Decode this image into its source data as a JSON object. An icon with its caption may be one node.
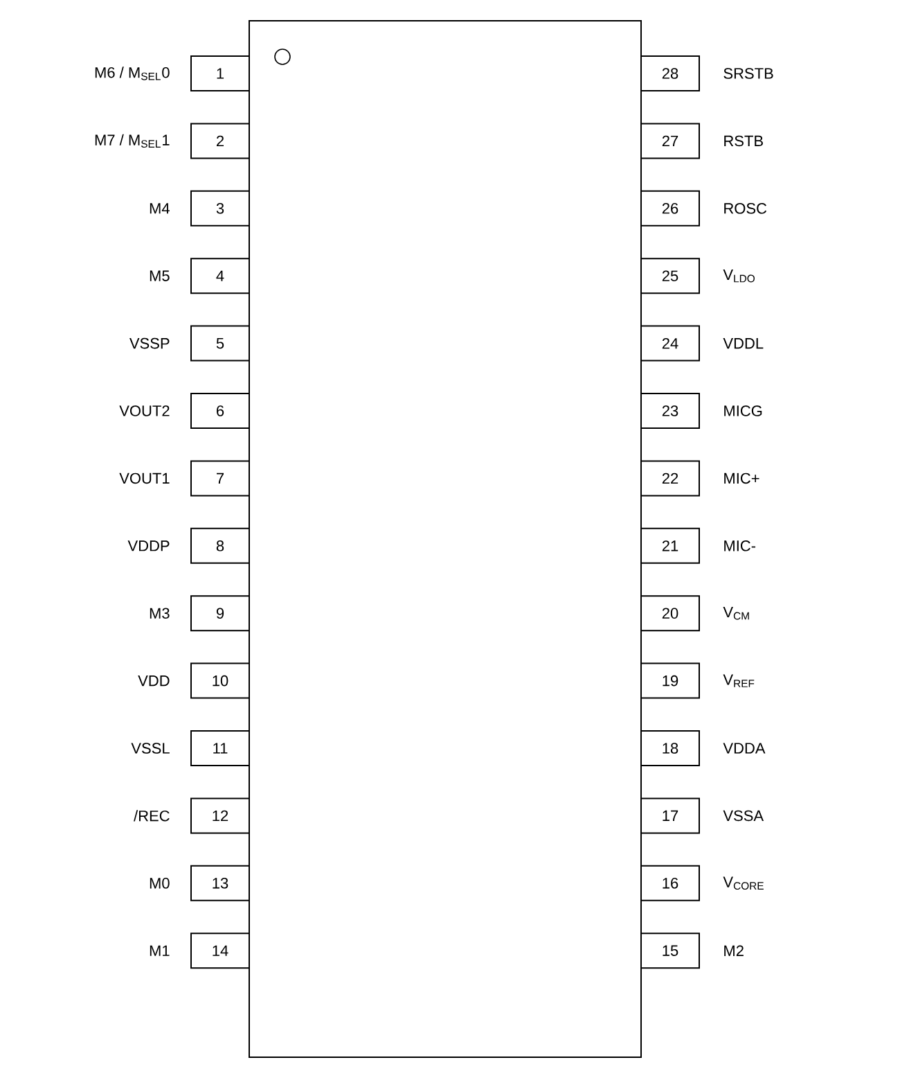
{
  "diagram": {
    "nodes": [
      {
        "text": [],
        "shape": "box"
      },
      {
        "text": [
          "1"
        ],
        "beside": [
          "M6 / M$_{SEL}$0"
        ]
      },
      {
        "text": [
          "2"
        ],
        "beside": [
          "M7 / M$_{SEL}$1"
        ]
      },
      {
        "text": [
          "3"
        ],
        "beside": [
          "M4"
        ]
      },
      {
        "text": [
          "4"
        ],
        "beside": [
          "M5"
        ]
      },
      {
        "text": [
          "5"
        ],
        "beside": [
          "VSSP"
        ]
      },
      {
        "text": [
          "6"
        ],
        "beside": [
          "VOUT2"
        ]
      },
      {
        "text": [
          "7"
        ],
        "beside": [
          "VOUT1"
        ]
      },
      {
        "text": [
          "8"
        ],
        "beside": [
          "VDDP"
        ]
      },
      {
        "text": [
          "9"
        ],
        "beside": [
          "M3"
        ]
      },
      {
        "text": [
          "10"
        ],
        "beside": [
          "VDD"
        ]
      },
      {
        "text": [
          "11"
        ],
        "beside": [
          "VSSL"
        ]
      },
      {
        "text": [
          "12"
        ],
        "beside": [
          "/REC"
        ]
      },
      {
        "text": [
          "13"
        ],
        "beside": [
          "M0"
        ]
      },
      {
        "text": [
          "14"
        ],
        "beside": [
          "M1"
        ]
      },
      {
        "text": [
          "15"
        ],
        "beside": [
          "M2"
        ]
      },
      {
        "text": [
          "16"
        ],
        "beside": [
          "V$_{CORE}$"
        ]
      },
      {
        "text": [
          "17"
        ],
        "beside": [
          "VSSA"
        ]
      },
      {
        "text": [
          "18"
        ],
        "beside": [
          "VDDA"
        ]
      },
      {
        "text": [
          "19"
        ],
        "beside": [
          "V$_{REF}$"
        ]
      },
      {
        "text": [
          "20"
        ],
        "beside": [
          "V$_{CM}$"
        ]
      },
      {
        "text": [
          "21"
        ],
        "beside": [
          "MIC-"
        ]
      },
      {
        "text": [
          "22"
        ],
        "beside": [
          "MIC+"
        ]
      },
      {
        "text": [
          "23"
        ],
        "beside": [
          "MICG"
        ]
      },
      {
        "text": [
          "24"
        ],
        "beside": [
          "VDDL"
        ]
      },
      {
        "text": [
          "25"
        ],
        "beside": [
          "V$_{LDO}$"
        ]
      },
      {
        "text": [
          "26"
        ],
        "beside": [
          "ROSC"
        ]
      },
      {
        "text": [
          "27"
        ],
        "beside": [
          "RSTB"
        ]
      },
      {
        "text": [
          "28"
        ],
        "beside": [
          "SRSTB"
        ]
      }
    ]
  }
}
